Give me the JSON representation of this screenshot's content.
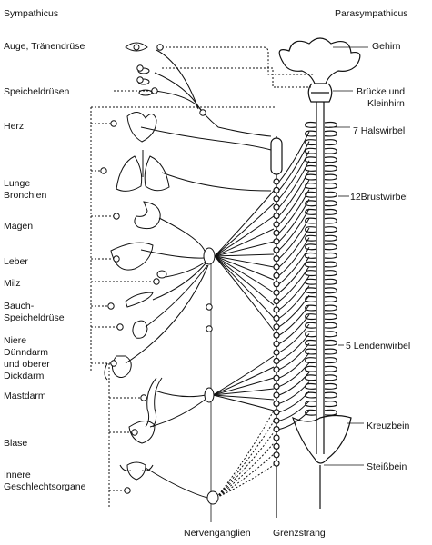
{
  "header": {
    "left_title": "Sympathicus",
    "right_title": "Parasympathicus"
  },
  "organs": [
    {
      "key": "auge",
      "lines": [
        "Auge, Tränendrüse"
      ]
    },
    {
      "key": "speichel",
      "lines": [
        "Speicheldrüsen"
      ]
    },
    {
      "key": "herz",
      "lines": [
        "Herz"
      ]
    },
    {
      "key": "lunge",
      "lines": [
        "Lunge",
        "Bronchien"
      ]
    },
    {
      "key": "magen",
      "lines": [
        "Magen"
      ]
    },
    {
      "key": "leber",
      "lines": [
        "Leber"
      ]
    },
    {
      "key": "milz",
      "lines": [
        "Milz"
      ]
    },
    {
      "key": "bauch",
      "lines": [
        "Bauch-",
        "Speicheldrüse"
      ]
    },
    {
      "key": "niere",
      "lines": [
        "Niere",
        "Dünndarm",
        "und oberer",
        "Dickdarm"
      ]
    },
    {
      "key": "mastdarm",
      "lines": [
        "Mastdarm"
      ]
    },
    {
      "key": "blase",
      "lines": [
        "Blase"
      ]
    },
    {
      "key": "genital",
      "lines": [
        "Innere",
        "Geschlechtsorgane"
      ]
    }
  ],
  "spine_labels": [
    {
      "key": "gehirn",
      "lines": [
        "Gehirn"
      ]
    },
    {
      "key": "bruecke",
      "lines": [
        "Brücke und",
        "Kleinhirn"
      ]
    },
    {
      "key": "hals",
      "lines": [
        "7 Halswirbel"
      ]
    },
    {
      "key": "brust",
      "lines": [
        "12Brustwirbel"
      ]
    },
    {
      "key": "lenden",
      "lines": [
        "5 Lendenwirbel"
      ]
    },
    {
      "key": "kreuz",
      "lines": [
        "Kreuzbein"
      ]
    },
    {
      "key": "steiss",
      "lines": [
        "Steißbein"
      ]
    }
  ],
  "footer": {
    "ganglia_label": "Nervenganglien",
    "chain_label": "Grenzstrang"
  }
}
